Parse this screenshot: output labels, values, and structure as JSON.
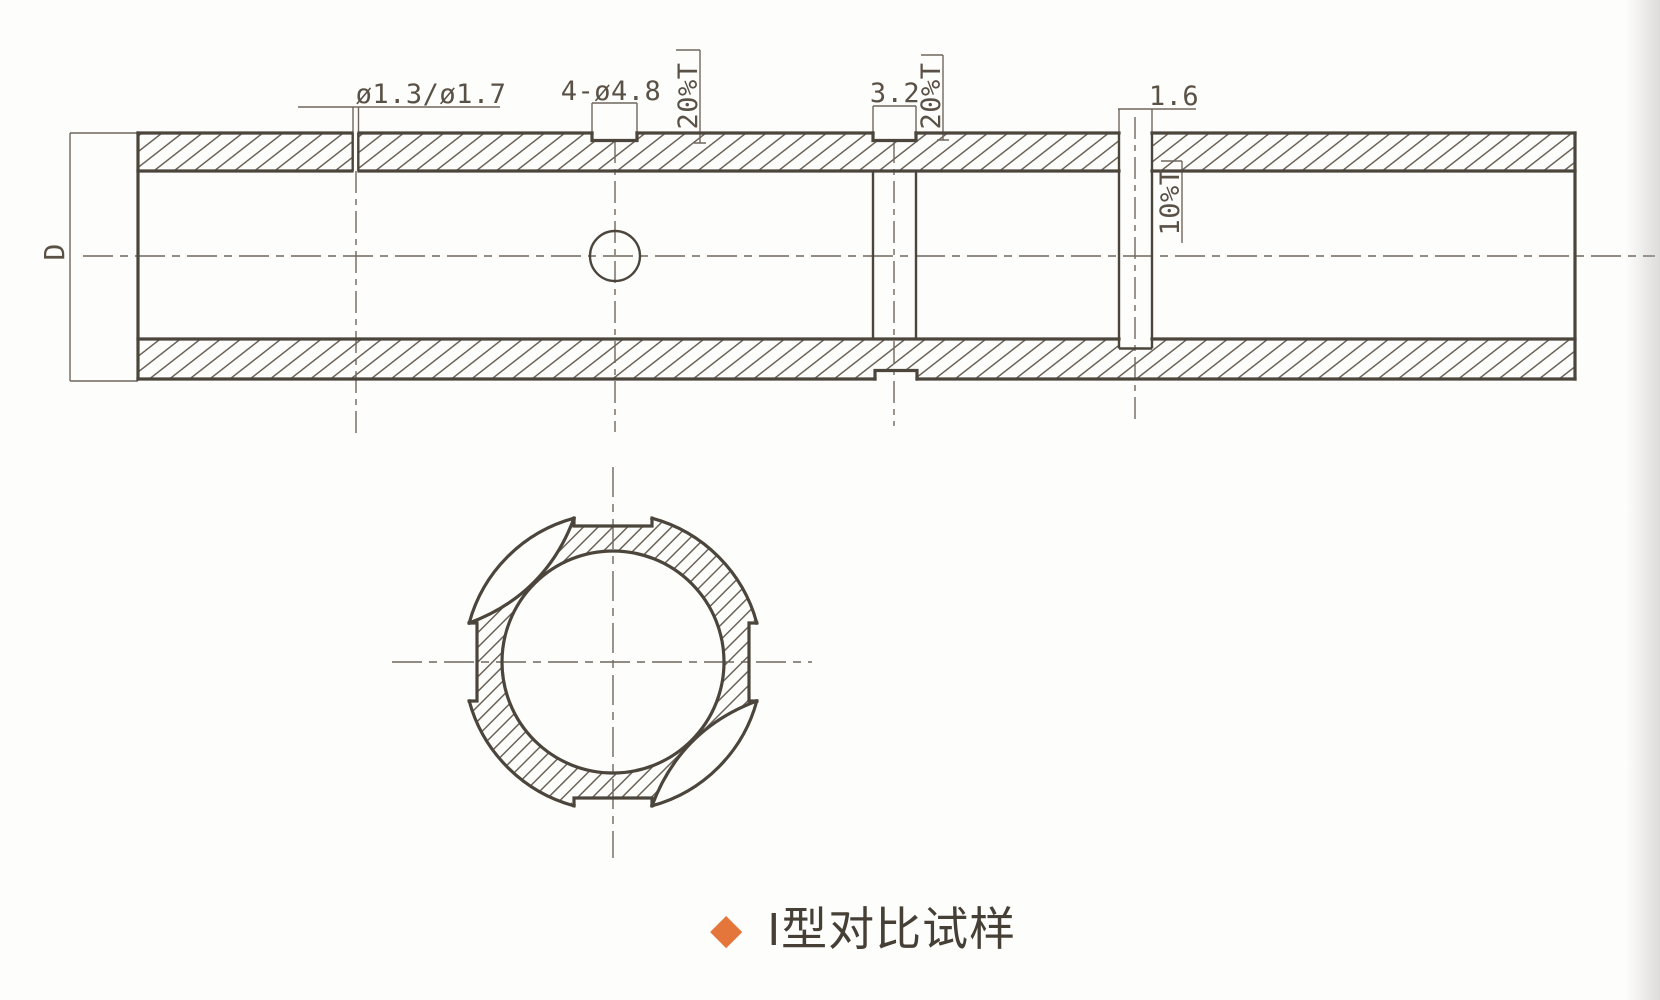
{
  "page": {
    "background": "#fdfdfc",
    "line_color_heavy": "#4b453c",
    "line_color_thin": "#6f675d",
    "accent_color": "#e4763b"
  },
  "drawing": {
    "dims": {
      "slot_diameters": "ø1.3/ø1.7",
      "fbh_count_dia": "4-ø4.8",
      "fbh_depth": "20%T",
      "groove_width": "3.2",
      "groove_depth": "20%T",
      "hole_width": "1.6",
      "far_wall_notch_depth": "10%T",
      "tube_outer_diameter": "D"
    }
  },
  "caption": {
    "bullet": "◆",
    "title": "I型对比试样"
  }
}
